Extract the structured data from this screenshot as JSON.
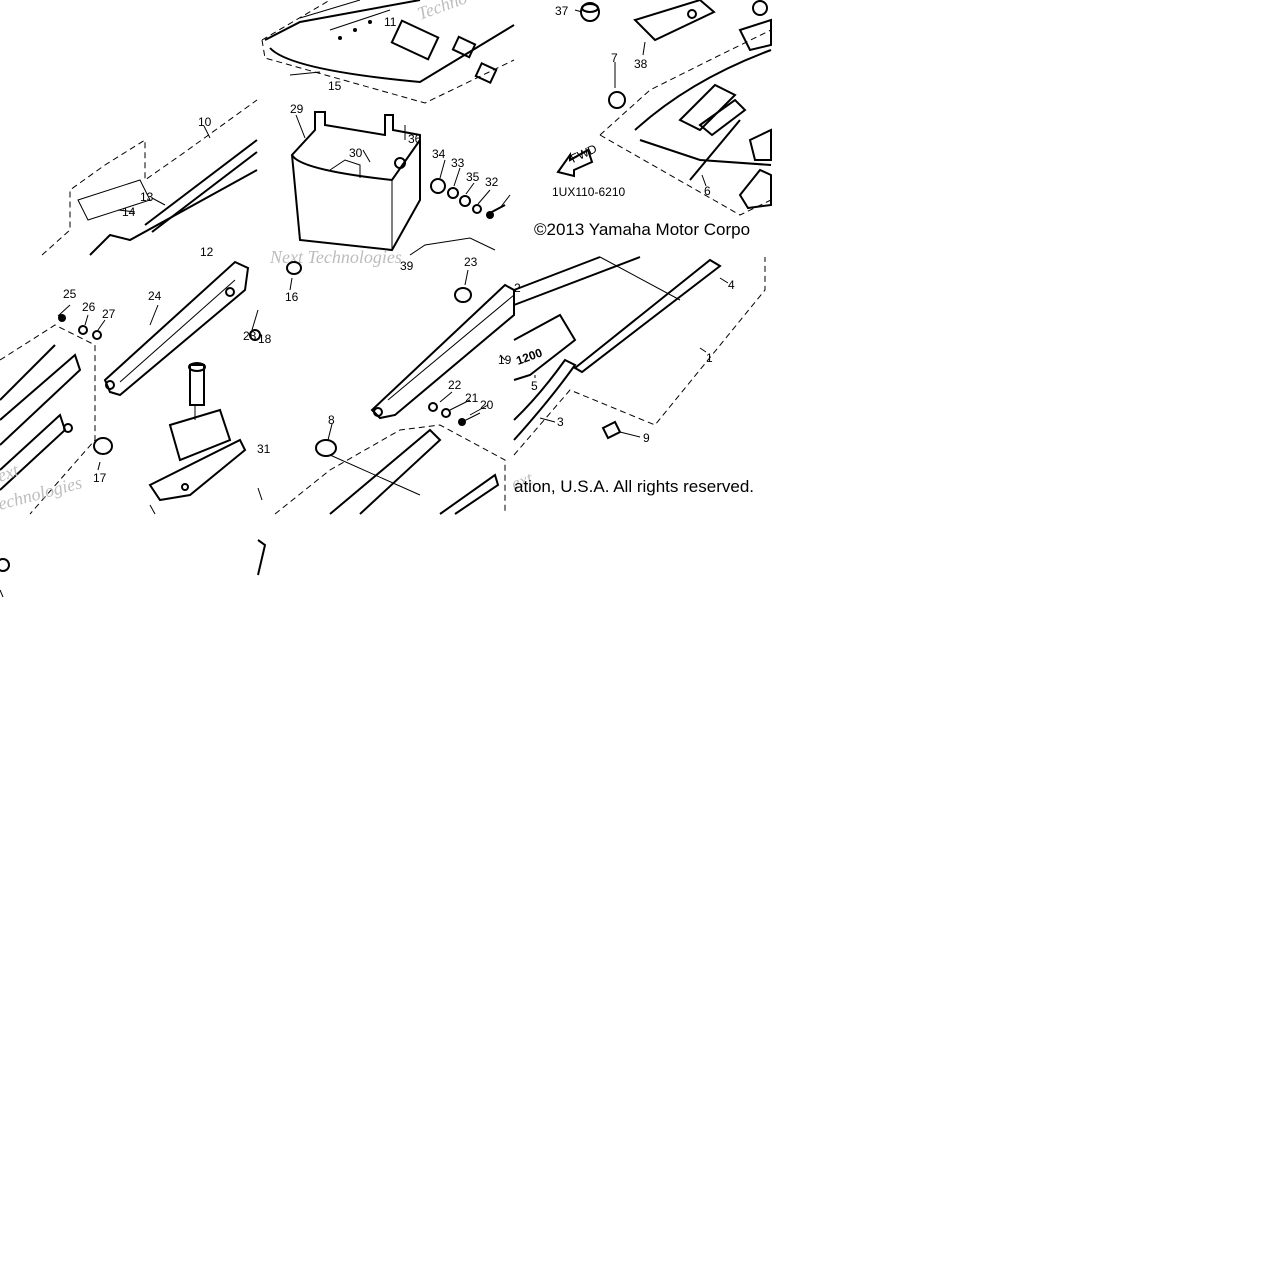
{
  "copyright_top": "©2013 Yamaha Motor Corpo",
  "copyright_bottom": "ation, U.S.A. All rights reserved.",
  "part_code": "1UX110-6210",
  "fwd_label": "FWD",
  "model_badge": "1200",
  "watermark": "Next Technologies",
  "callouts": [
    "1",
    "2",
    "3",
    "4",
    "5",
    "6",
    "7",
    "8",
    "9",
    "10",
    "11",
    "12",
    "13",
    "14",
    "15",
    "16",
    "17",
    "18",
    "19",
    "20",
    "21",
    "22",
    "23",
    "24",
    "25",
    "26",
    "27",
    "28",
    "29",
    "30",
    "31",
    "32",
    "33",
    "34",
    "35",
    "36",
    "37",
    "38",
    "39"
  ]
}
